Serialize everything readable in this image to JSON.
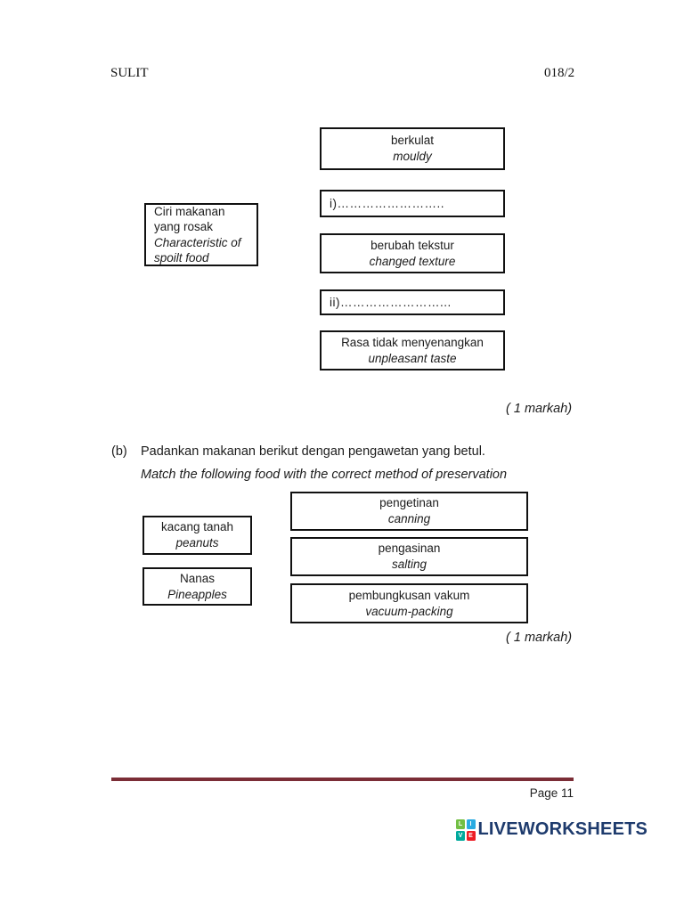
{
  "header": {
    "left": "SULIT",
    "right": "018/2"
  },
  "section_a": {
    "source": {
      "line1": "Ciri makanan",
      "line2": "yang rosak",
      "italic1": "Characteristic of",
      "italic2": "spoilt food"
    },
    "box_mouldy": {
      "malay": "berkulat",
      "english": "mouldy"
    },
    "blank_i": "i)……………………..",
    "box_texture": {
      "malay": "berubah tekstur",
      "english": "changed texture"
    },
    "blank_ii": "ii)……………………...",
    "box_taste": {
      "malay": "Rasa tidak menyenangkan",
      "english": "unpleasant taste"
    },
    "marks": "( 1 markah)"
  },
  "section_b": {
    "label": "(b)",
    "question_malay": "Padankan makanan berikut dengan pengawetan yang betul.",
    "question_english": "Match the following food with the correct method of preservation",
    "food1": {
      "malay": "kacang tanah",
      "english": "peanuts"
    },
    "food2": {
      "malay": "Nanas",
      "english": "Pineapples"
    },
    "method1": {
      "malay": "pengetinan",
      "english": "canning"
    },
    "method2": {
      "malay": "pengasinan",
      "english": "salting"
    },
    "method3": {
      "malay": "pembungkusan vakum",
      "english": "vacuum-packing"
    },
    "marks": "( 1 markah)"
  },
  "footer": {
    "page": "Page 11"
  },
  "logo": {
    "text": "LIVEWORKSHEETS",
    "text_color": "#1e3b6d",
    "squares": [
      {
        "letter": "L",
        "color": "#72bf44"
      },
      {
        "letter": "I",
        "color": "#29abe2"
      },
      {
        "letter": "V",
        "color": "#00a99d"
      },
      {
        "letter": "E",
        "color": "#ed1c24"
      }
    ]
  },
  "colors": {
    "divider": "#7b2d36",
    "box_border": "#111111"
  }
}
